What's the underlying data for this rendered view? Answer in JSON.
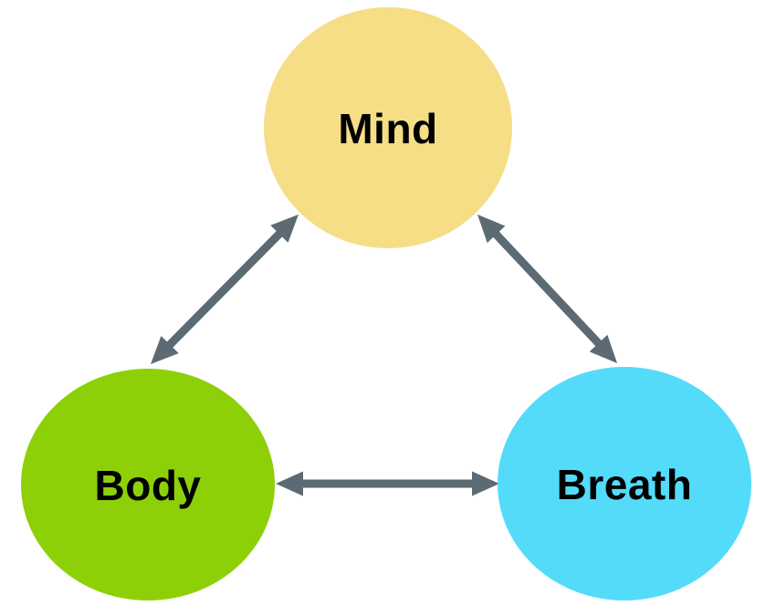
{
  "diagram": {
    "background_color": "#ffffff",
    "arrow_color": "#5c6a73",
    "text_color": "#000000",
    "nodes": [
      {
        "id": "mind",
        "label": "Mind",
        "color": "#f5de85"
      },
      {
        "id": "body",
        "label": "Body",
        "color": "#8ed007"
      },
      {
        "id": "breath",
        "label": "Breath",
        "color": "#54dbfa"
      }
    ],
    "edges": [
      {
        "from": "mind",
        "to": "body",
        "style": "double-headed-arrow"
      },
      {
        "from": "mind",
        "to": "breath",
        "style": "double-headed-arrow"
      },
      {
        "from": "body",
        "to": "breath",
        "style": "double-headed-arrow"
      }
    ]
  }
}
